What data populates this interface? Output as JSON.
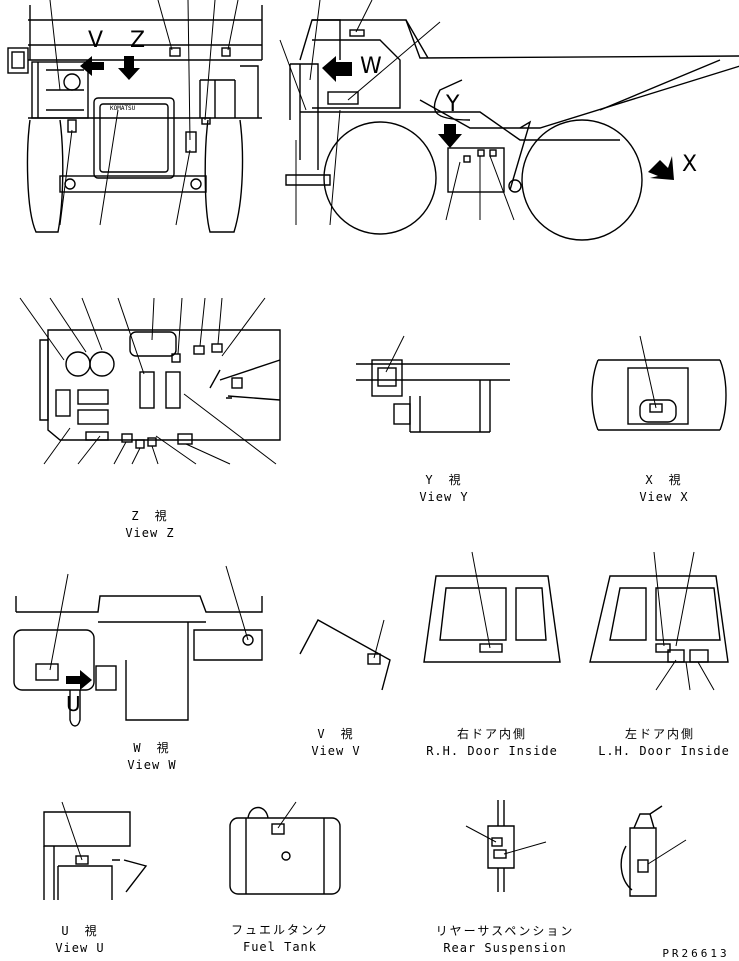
{
  "letters": {
    "v": "V",
    "z": "Z",
    "w": "W",
    "y": "Y",
    "x": "X",
    "u": "U"
  },
  "brand": "KOMATSU",
  "views": {
    "z": {
      "jp": "Z　視",
      "en": "View Z"
    },
    "y": {
      "jp": "Y　視",
      "en": "View Y"
    },
    "x": {
      "jp": "X　視",
      "en": "View X"
    },
    "w": {
      "jp": "W　視",
      "en": "View W"
    },
    "v": {
      "jp": "V　視",
      "en": "View V"
    },
    "rh_door": {
      "jp": "右ドア内側",
      "en": "R.H. Door Inside"
    },
    "lh_door": {
      "jp": "左ドア内側",
      "en": "L.H. Door Inside"
    },
    "u": {
      "jp": "U　視",
      "en": "View U"
    },
    "fuel_tank": {
      "jp": "フュエルタンク",
      "en": "Fuel Tank"
    },
    "rear_suspension": {
      "jp": "リヤーサスペンション",
      "en": "Rear Suspension"
    }
  },
  "drawing_number": "PR26613",
  "icons": {
    "arrow": "filled-arrow-icon"
  }
}
